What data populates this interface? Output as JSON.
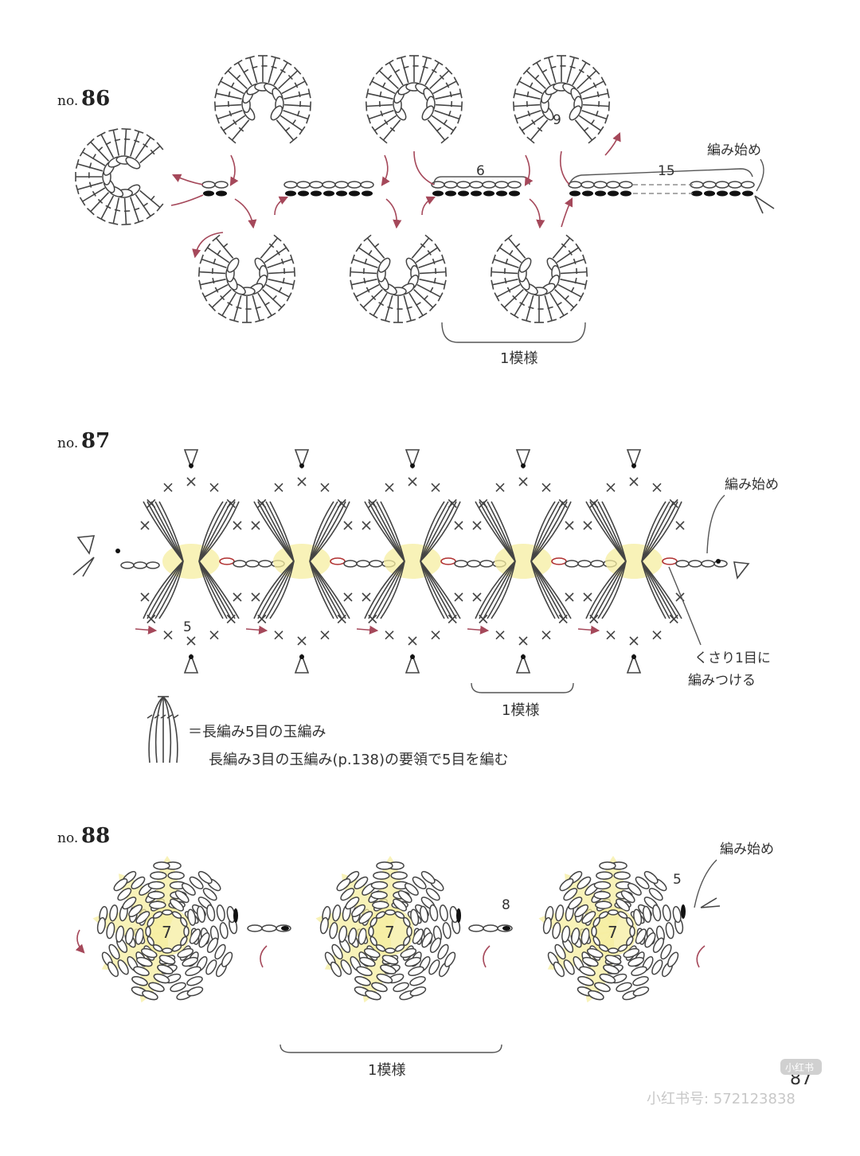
{
  "patterns": [
    {
      "number": "86",
      "start_label": "編み始め",
      "counts": [
        "6",
        "15",
        "9"
      ],
      "repeat_label": "1模様"
    },
    {
      "number": "87",
      "start_label": "編み始め",
      "counts": [
        "5"
      ],
      "note": "くさり1目に\n編みつける",
      "repeat_label": "1模様",
      "legend_line1": "＝長編み5目の玉編み",
      "legend_line2": "長編み3目の玉編み(p.138)の要領で5目を編む"
    },
    {
      "number": "88",
      "start_label": "編み始め",
      "counts": [
        "7",
        "7",
        "7",
        "8",
        "5"
      ],
      "repeat_label": "1模様"
    }
  ],
  "page_number": "87",
  "watermark": {
    "badge": "小红书",
    "text": "小红书号: 572123838"
  },
  "colors": {
    "highlight": "#f5eea0",
    "arrow": "#a5485a",
    "line": "#444444"
  }
}
